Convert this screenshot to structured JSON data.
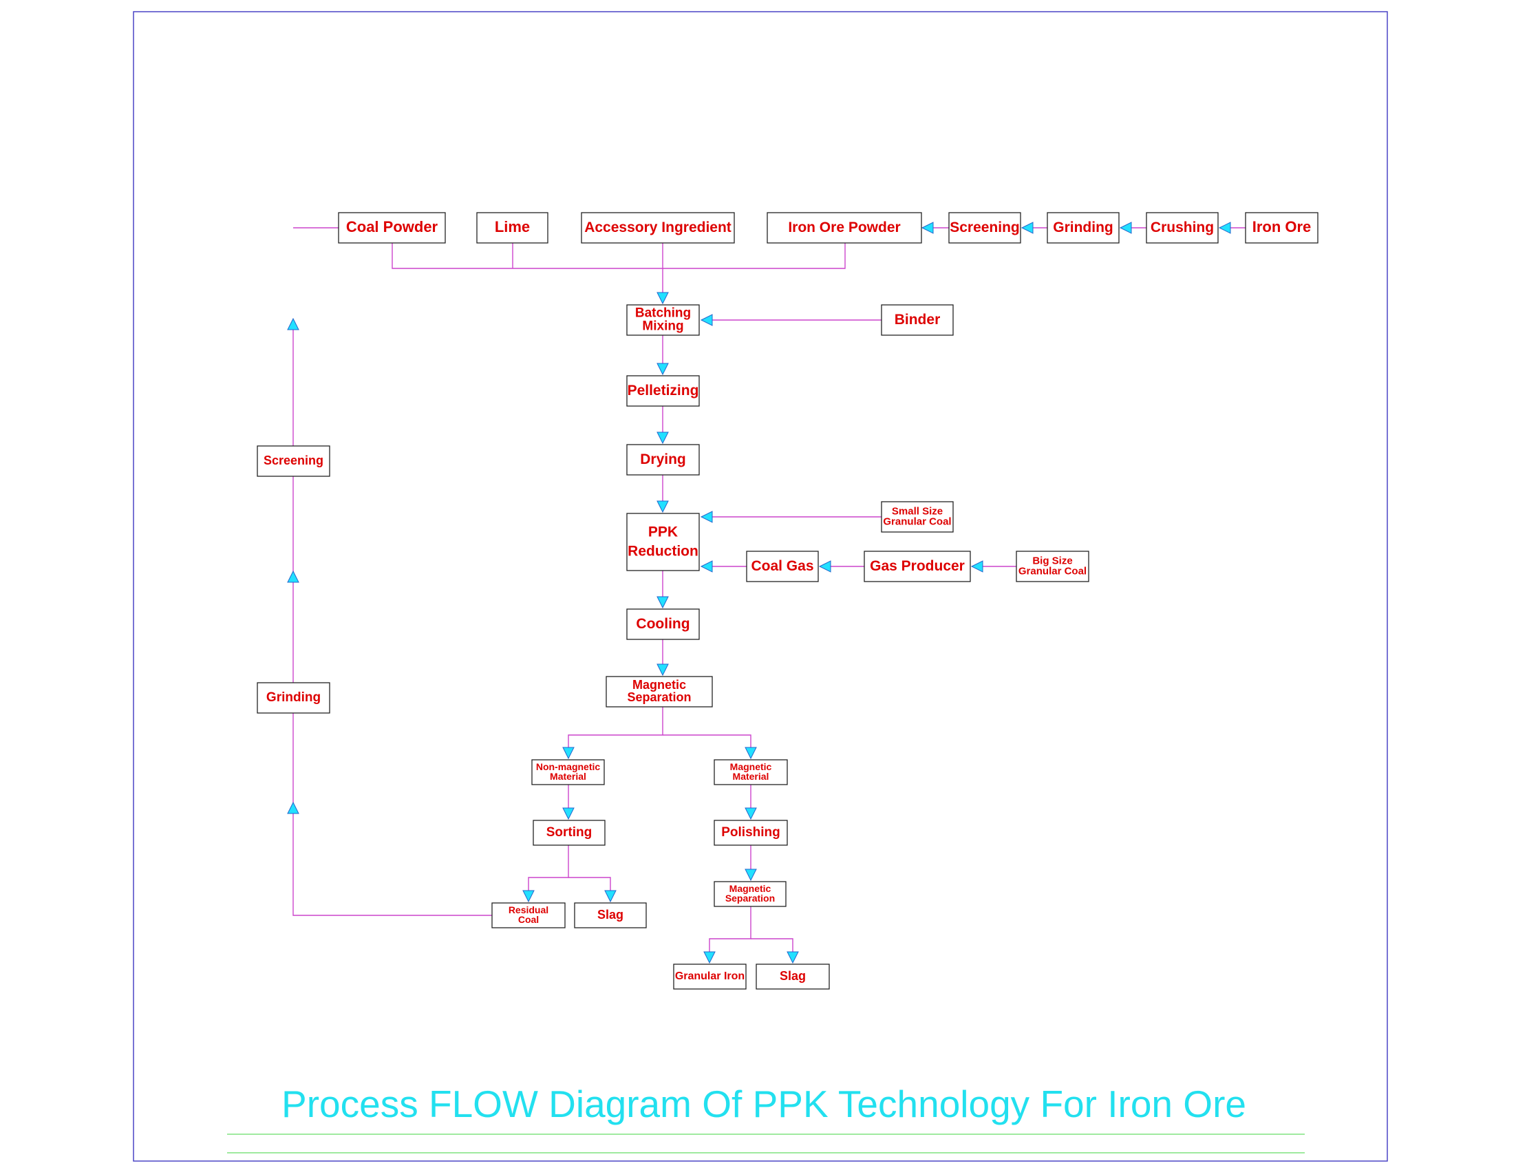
{
  "title": "Process FLOW Diagram Of PPK Technology For Iron Ore",
  "colors": {
    "box_text": "#dd0000",
    "connector": "#cc44cc",
    "arrow_fill": "#22e0ff",
    "title": "#22e0ef",
    "frame": "#4a44c6",
    "underline": "#66dd66"
  },
  "nodes": [
    {
      "id": "coal-powder",
      "label": "Coal Powder"
    },
    {
      "id": "lime",
      "label": "Lime"
    },
    {
      "id": "accessory-ingredient",
      "label": "Accessory Ingredient"
    },
    {
      "id": "iron-ore-powder",
      "label": "Iron Ore Powder"
    },
    {
      "id": "screening-top",
      "label": "Screening"
    },
    {
      "id": "grinding-top",
      "label": "Grinding"
    },
    {
      "id": "crushing",
      "label": "Crushing"
    },
    {
      "id": "iron-ore",
      "label": "Iron Ore"
    },
    {
      "id": "batching-mixing",
      "label": "Batching\nMixing"
    },
    {
      "id": "binder",
      "label": "Binder"
    },
    {
      "id": "pelletizing",
      "label": "Pelletizing"
    },
    {
      "id": "drying",
      "label": "Drying"
    },
    {
      "id": "small-size-coal",
      "label": "Small Size\nGranular Coal"
    },
    {
      "id": "ppk-reduction",
      "label": "PPK\nReduction"
    },
    {
      "id": "coal-gas",
      "label": "Coal Gas"
    },
    {
      "id": "gas-producer",
      "label": "Gas Producer"
    },
    {
      "id": "big-size-coal",
      "label": "Big Size\nGranular Coal"
    },
    {
      "id": "cooling",
      "label": "Cooling"
    },
    {
      "id": "magnetic-separation-1",
      "label": "Magnetic\nSeparation"
    },
    {
      "id": "non-magnetic-material",
      "label": "Non-magnetic\nMaterial"
    },
    {
      "id": "magnetic-material",
      "label": "Magnetic\nMaterial"
    },
    {
      "id": "sorting",
      "label": "Sorting"
    },
    {
      "id": "polishing",
      "label": "Polishing"
    },
    {
      "id": "residual-coal",
      "label": "Residual\nCoal"
    },
    {
      "id": "slag-1",
      "label": "Slag"
    },
    {
      "id": "magnetic-separation-2",
      "label": "Magnetic\nSeparation"
    },
    {
      "id": "granular-iron",
      "label": "Granular Iron"
    },
    {
      "id": "slag-2",
      "label": "Slag"
    },
    {
      "id": "screening-left",
      "label": "Screening"
    },
    {
      "id": "grinding-left",
      "label": "Grinding"
    }
  ]
}
